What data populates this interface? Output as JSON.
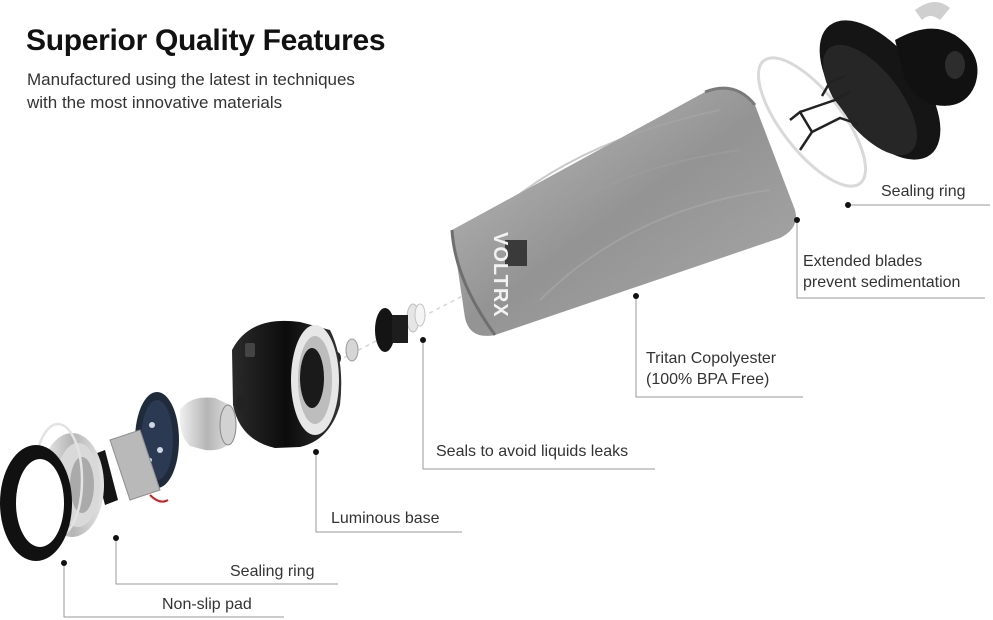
{
  "header": {
    "title": "Superior Quality Features",
    "subtitle_line1": "Manufactured using the latest in techniques",
    "subtitle_line2": "with the most innovative materials"
  },
  "brand_mark": "VOLTRX",
  "callouts": {
    "sealing_ring_top": "Sealing ring",
    "extended_blades_line1": "Extended blades",
    "extended_blades_line2": "prevent sedimentation",
    "tritan_line1": "Tritan Copolyester",
    "tritan_line2": "(100% BPA Free)",
    "seals": "Seals to avoid liquids leaks",
    "luminous_base": "Luminous base",
    "sealing_ring_bottom": "Sealing ring",
    "non_slip_pad": "Non-slip pad"
  },
  "colors": {
    "leader_line": "#9a9a9a",
    "dot": "#111111",
    "black_part": "#141414",
    "grey_plastic": "#8e8e8e",
    "metal": "#c8c8c8"
  }
}
